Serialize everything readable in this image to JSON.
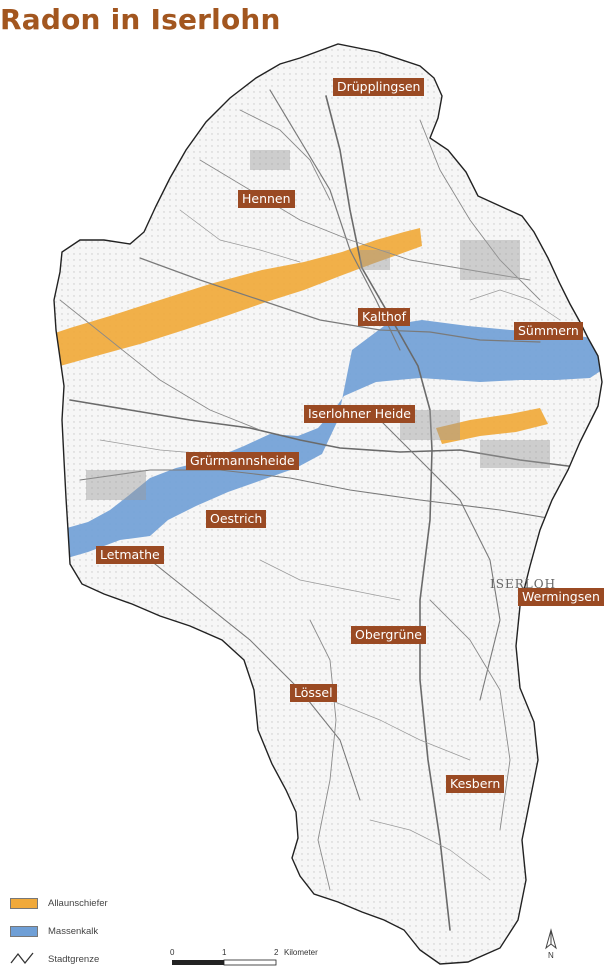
{
  "title": "Radon in Iserlohn",
  "colors": {
    "title": "#a2561f",
    "label_bg": "#9a4a23",
    "alaun": "#f0a93a",
    "massen": "#6f9fd6",
    "boundary": "#222222",
    "roads": "#8c8c8c"
  },
  "places": [
    {
      "name": "Drüpplingsen"
    },
    {
      "name": "Hennen"
    },
    {
      "name": "Kalthof"
    },
    {
      "name": "Sümmern"
    },
    {
      "name": "Iserlohner Heide"
    },
    {
      "name": "Grürmannsheide"
    },
    {
      "name": "Oestrich"
    },
    {
      "name": "Letmathe"
    },
    {
      "name": "Wermingsen"
    },
    {
      "name": "Obergrüne"
    },
    {
      "name": "Lössel"
    },
    {
      "name": "Kesbern"
    }
  ],
  "map_text": {
    "iserlohn": "ISERLOH"
  },
  "legend": [
    {
      "label": "Allaunschiefer",
      "color": "#f0a93a",
      "icon": "swatch"
    },
    {
      "label": "Massenkalk",
      "color": "#6f9fd6",
      "icon": "swatch"
    },
    {
      "label": "Stadtgrenze",
      "icon": "boundary-line-icon"
    }
  ],
  "scale": {
    "ticks": [
      "0",
      "1",
      "2"
    ],
    "unit": "Kilometer"
  },
  "north": {
    "label": "N",
    "icon": "north-arrow-icon"
  }
}
